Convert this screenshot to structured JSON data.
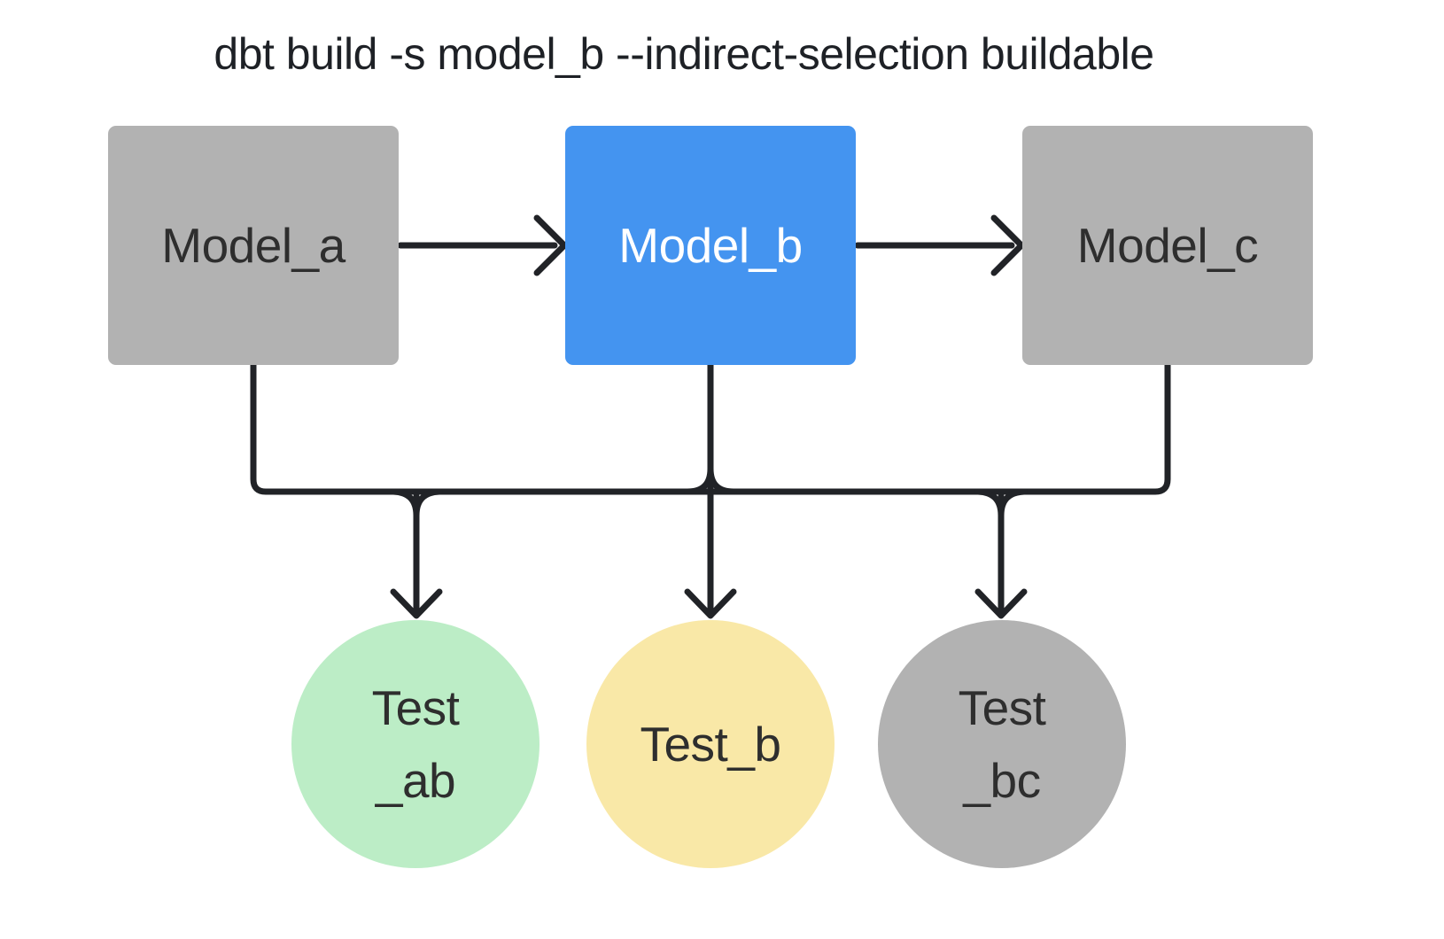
{
  "title": "dbt build -s model_b --indirect-selection buildable",
  "nodes": {
    "model_a": {
      "label": "Model_a",
      "state": "unselected"
    },
    "model_b": {
      "label": "Model_b",
      "state": "selected"
    },
    "model_c": {
      "label": "Model_c",
      "state": "unselected"
    }
  },
  "tests": {
    "test_ab": {
      "line1": "Test",
      "line2": "_ab",
      "state": "green"
    },
    "test_b": {
      "line1": "Test_b",
      "line2": "",
      "state": "yellow"
    },
    "test_bc": {
      "line1": "Test",
      "line2": "_bc",
      "state": "gray"
    }
  },
  "edges": [
    {
      "from": "Model_a",
      "to": "Model_b"
    },
    {
      "from": "Model_b",
      "to": "Model_c"
    },
    {
      "from": "Model_a",
      "to": "Test_ab"
    },
    {
      "from": "Model_b",
      "to": "Test_ab"
    },
    {
      "from": "Model_b",
      "to": "Test_b"
    },
    {
      "from": "Model_b",
      "to": "Test_bc"
    },
    {
      "from": "Model_c",
      "to": "Test_bc"
    }
  ],
  "colors": {
    "background": "#ffffff",
    "title_text": "#1e2126",
    "line": "#212327",
    "selected_node": "#4494f0",
    "unselected_node": "#b2b2b2",
    "test_green": "#bcedc6",
    "test_yellow": "#f9e8a7",
    "node_text_dark": "#2e2e2e",
    "node_text_light": "#ffffff"
  }
}
